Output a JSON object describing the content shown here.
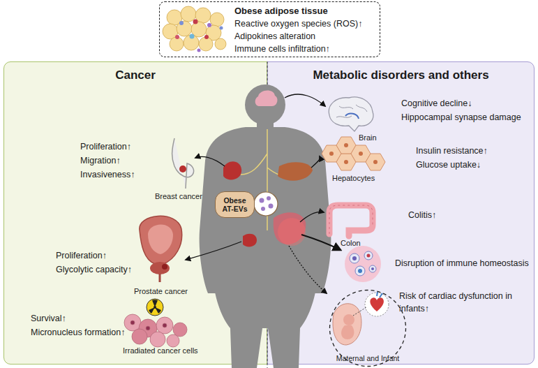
{
  "diagram": {
    "nodes": [
      {
        "text": [
          "Obese adipose tissue",
          "Reactive oxygen species (ROS)↑",
          "Adipokines alteration",
          "Immune cells infiltration↑"
        ]
      },
      {
        "text": [
          "Cancer"
        ]
      },
      {
        "text": [
          "Metabolic disorders and others"
        ]
      },
      {
        "text": [
          "Obese AT-EVs"
        ],
        "in": 1
      },
      {
        "text": [
          "Maternal and Infant"
        ],
        "in": 2
      }
    ],
    "labels": [
      "Proliferation↑",
      "Migration↑",
      "Invasiveness↑",
      "Breast cancer",
      "Proliferation↑",
      "Glycolytic capacity↑",
      "Prostate cancer",
      "Survival↑",
      "Micronucleus formation↑",
      "Irradiated cancer cells",
      "Cognitive decline↓",
      "Hippocampal synapse damage",
      "Brain",
      "Insulin resistance↑",
      "Glucose uptake↓",
      "Hepatocytes",
      "Colitis↑",
      "Colon",
      "Disruption of immune homeostasis",
      "Risk of cardiac dysfunction in infants↑"
    ]
  }
}
